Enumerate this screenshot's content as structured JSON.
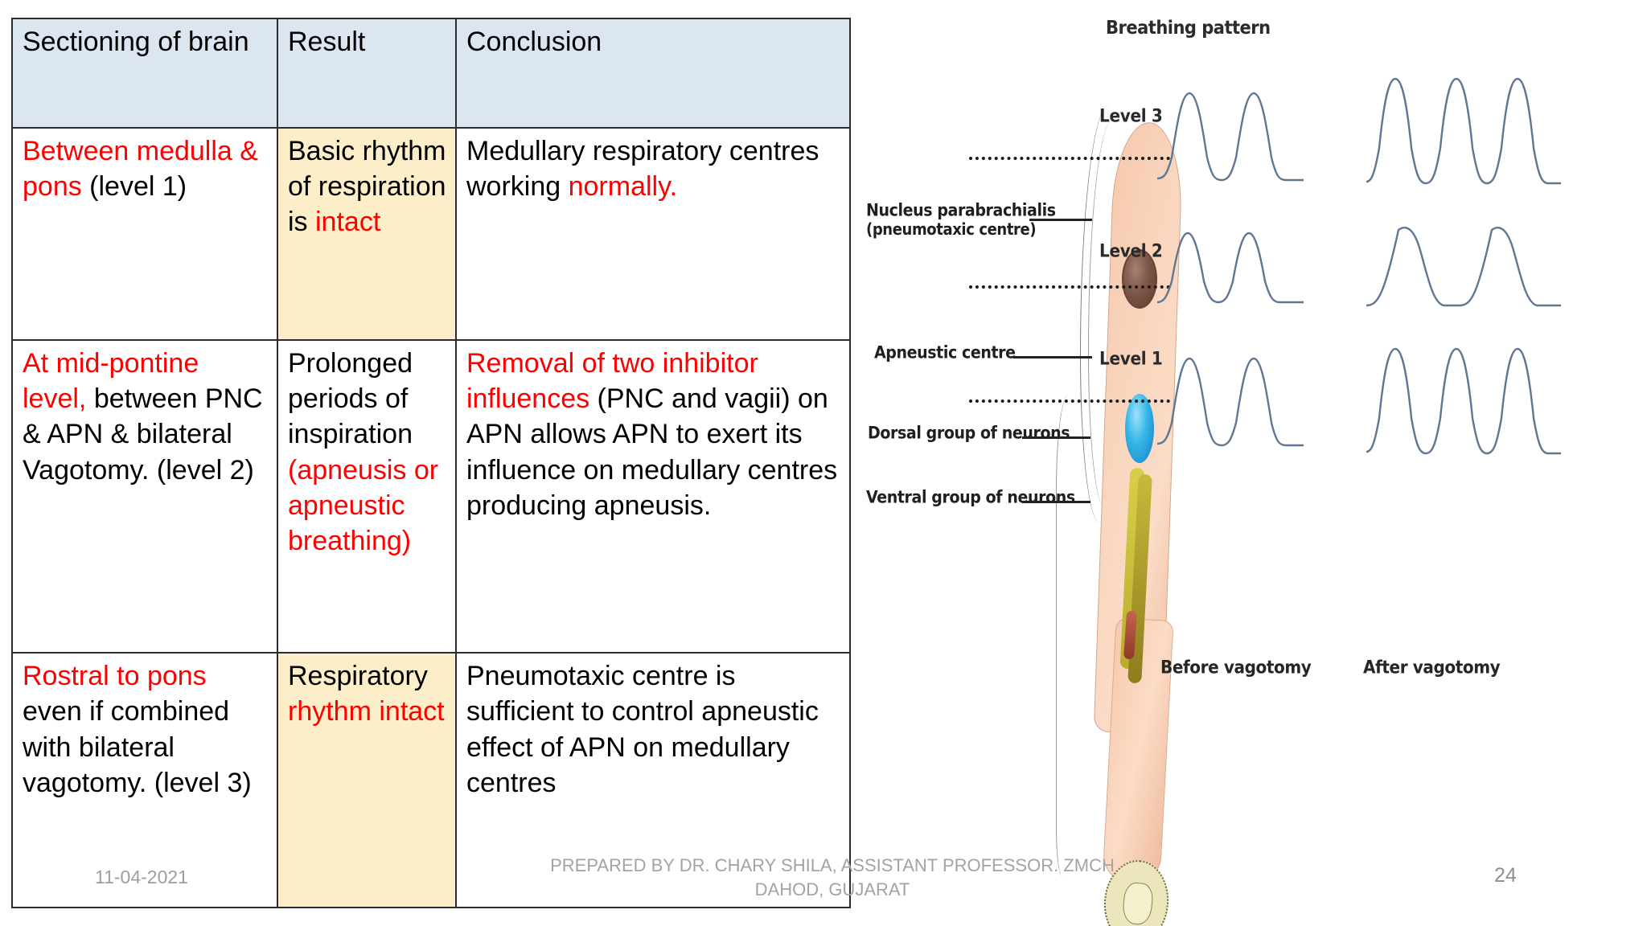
{
  "table": {
    "headers": [
      "Sectioning of brain",
      "Result",
      "Conclusion"
    ],
    "rows": [
      {
        "sectioning": {
          "red": "Between medulla & pons",
          "black": " (level 1)"
        },
        "result": {
          "black_1": "Basic rhythm of respiration is ",
          "red": "intact",
          "black_2": ""
        },
        "conclusion": {
          "black_1": "Medullary respiratory centres working ",
          "red": "normally.",
          "black_2": ""
        }
      },
      {
        "sectioning": {
          "red": "At mid-pontine level,",
          "black": "  between PNC & APN & bilateral Vagotomy. (level 2)"
        },
        "result": {
          "black_1": "Prolonged periods of inspiration ",
          "red": "(apneusis or apneustic breathing)",
          "black_2": ""
        },
        "conclusion": {
          "red": "Removal of two inhibitor influences",
          "black_1": " (PNC and vagii) on APN allows APN to exert its influence on medullary centres producing apneusis.",
          "black_2": ""
        }
      },
      {
        "sectioning": {
          "red": "Rostral to  pons",
          "black": " even if combined with bilateral vagotomy. (level 3)"
        },
        "result": {
          "black_1": "Respiratory ",
          "red": "rhythm intact",
          "black_2": ""
        },
        "conclusion": {
          "black_1": "Pneumotaxic centre is sufficient to control apneustic effect of APN on medullary centres",
          "red": "",
          "black_2": ""
        }
      }
    ]
  },
  "figure": {
    "title": "Breathing pattern",
    "labels": {
      "nucleus_parabrachialis": "Nucleus parabrachialis",
      "pneumotaxic_centre": "(pneumotaxic centre)",
      "apneustic_centre": "Apneustic centre",
      "dorsal_group": "Dorsal group of neurons",
      "ventral_group": "Ventral group of neurons"
    },
    "levels": [
      "Level 3",
      "Level 2",
      "Level 1"
    ],
    "vagotomy": {
      "before": "Before vagotomy",
      "after": "After vagotomy"
    }
  },
  "footer": {
    "date": "11-04-2021",
    "credit_line_1": "PREPARED BY DR. CHARY SHILA, ASSISTANT PROFESSOR. ZMCH",
    "credit_line_2": "DAHOD, GUJARAT",
    "slide_number": "24"
  },
  "colors": {
    "header_bg": "#dce6f1",
    "highlight_bg": "#fbeec9",
    "accent_red": "#ff0000",
    "header_text": "#3c4a56"
  }
}
